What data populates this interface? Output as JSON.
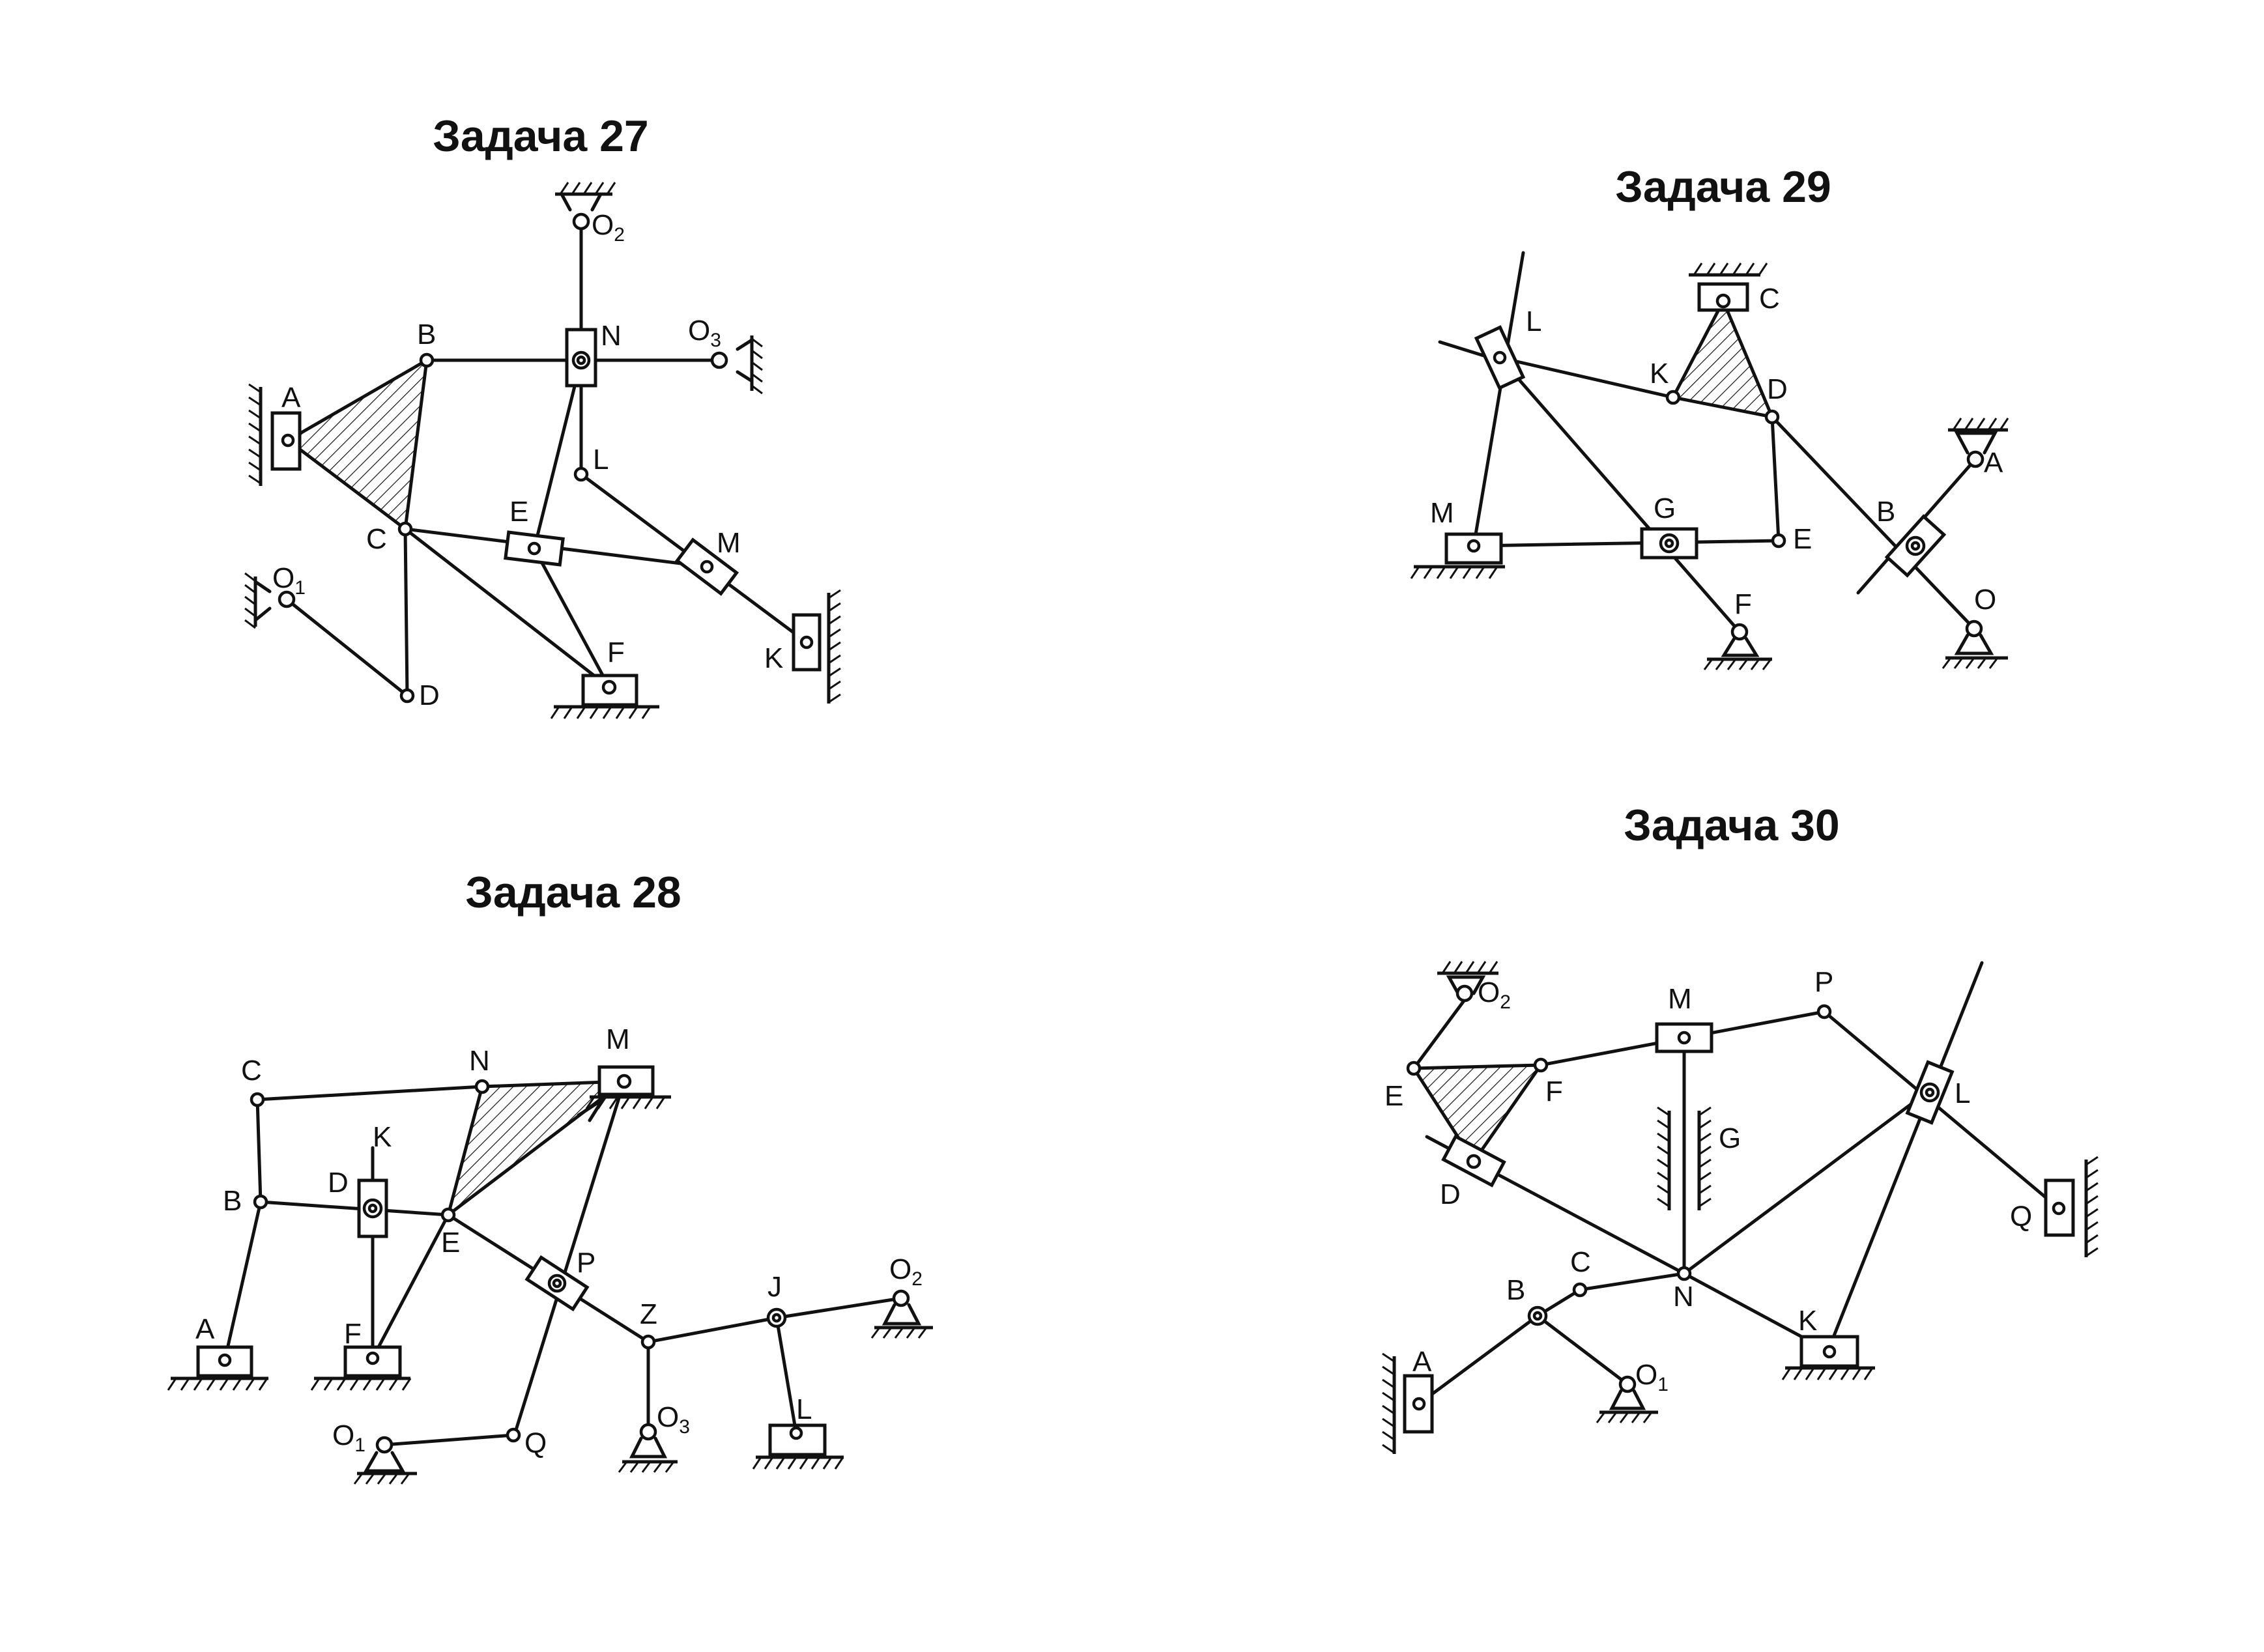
{
  "tasks": [
    {
      "id": "task27",
      "title": "Задача 27",
      "labels": [
        {
          "name": "A",
          "text": "A"
        },
        {
          "name": "B",
          "text": "B"
        },
        {
          "name": "C",
          "text": "C"
        },
        {
          "name": "D",
          "text": "D"
        },
        {
          "name": "E",
          "text": "E"
        },
        {
          "name": "F",
          "text": "F"
        },
        {
          "name": "K",
          "text": "K"
        },
        {
          "name": "L",
          "text": "L"
        },
        {
          "name": "M",
          "text": "M"
        },
        {
          "name": "N",
          "text": "N"
        },
        {
          "name": "O1",
          "text": "O",
          "sub": "1"
        },
        {
          "name": "O2",
          "text": "O",
          "sub": "2"
        },
        {
          "name": "O3",
          "text": "O",
          "sub": "3"
        }
      ]
    },
    {
      "id": "task28",
      "title": "Задача 28",
      "labels": [
        {
          "name": "A",
          "text": "A"
        },
        {
          "name": "B",
          "text": "B"
        },
        {
          "name": "C",
          "text": "C"
        },
        {
          "name": "D",
          "text": "D"
        },
        {
          "name": "E",
          "text": "E"
        },
        {
          "name": "F",
          "text": "F"
        },
        {
          "name": "J",
          "text": "J"
        },
        {
          "name": "K",
          "text": "K"
        },
        {
          "name": "L",
          "text": "L"
        },
        {
          "name": "M",
          "text": "M"
        },
        {
          "name": "N",
          "text": "N"
        },
        {
          "name": "P",
          "text": "P"
        },
        {
          "name": "Q",
          "text": "Q"
        },
        {
          "name": "Z",
          "text": "Z"
        },
        {
          "name": "O1",
          "text": "O",
          "sub": "1"
        },
        {
          "name": "O2",
          "text": "O",
          "sub": "2"
        },
        {
          "name": "O3",
          "text": "O",
          "sub": "3"
        }
      ]
    },
    {
      "id": "task29",
      "title": "Задача 29",
      "labels": [
        {
          "name": "A",
          "text": "A"
        },
        {
          "name": "B",
          "text": "B"
        },
        {
          "name": "C",
          "text": "C"
        },
        {
          "name": "D",
          "text": "D"
        },
        {
          "name": "E",
          "text": "E"
        },
        {
          "name": "F",
          "text": "F"
        },
        {
          "name": "G",
          "text": "G"
        },
        {
          "name": "K",
          "text": "K"
        },
        {
          "name": "L",
          "text": "L"
        },
        {
          "name": "M",
          "text": "M"
        },
        {
          "name": "O",
          "text": "O"
        }
      ]
    },
    {
      "id": "task30",
      "title": "Задача 30",
      "labels": [
        {
          "name": "A",
          "text": "A"
        },
        {
          "name": "B",
          "text": "B"
        },
        {
          "name": "C",
          "text": "C"
        },
        {
          "name": "D",
          "text": "D"
        },
        {
          "name": "E",
          "text": "E"
        },
        {
          "name": "F",
          "text": "F"
        },
        {
          "name": "G",
          "text": "G"
        },
        {
          "name": "K",
          "text": "K"
        },
        {
          "name": "L",
          "text": "L"
        },
        {
          "name": "M",
          "text": "M"
        },
        {
          "name": "N",
          "text": "N"
        },
        {
          "name": "P",
          "text": "P"
        },
        {
          "name": "Q",
          "text": "Q"
        },
        {
          "name": "O1",
          "text": "O",
          "sub": "1"
        },
        {
          "name": "O2",
          "text": "O",
          "sub": "2"
        }
      ]
    }
  ]
}
